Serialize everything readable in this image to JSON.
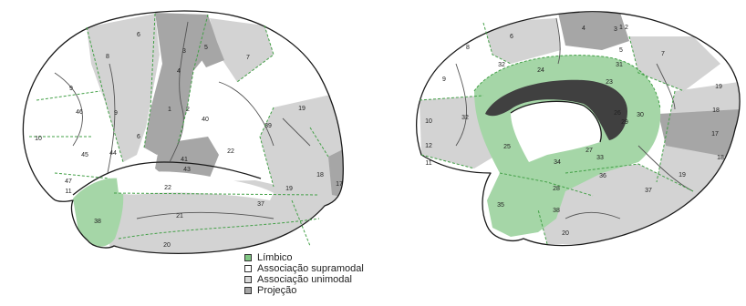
{
  "colors": {
    "limbic": "#81c784",
    "supramodal": "#ffffff",
    "unimodal": "#d9d9d9",
    "projection": "#a6a6a6",
    "boundary": "#43a047"
  },
  "lateral_labels": [
    "6",
    "3",
    "5",
    "7",
    "8",
    "4",
    "9",
    "1",
    "2",
    "40",
    "46",
    "9",
    "39",
    "19",
    "10",
    "6",
    "44",
    "45",
    "22",
    "41",
    "43",
    "18",
    "47",
    "11",
    "17",
    "19",
    "22",
    "21",
    "37",
    "38",
    "20"
  ],
  "medial_labels": [
    "8",
    "6",
    "4",
    "3",
    "1",
    "2",
    "5",
    "32",
    "24",
    "31",
    "7",
    "9",
    "23",
    "19",
    "18",
    "10",
    "32",
    "30",
    "26",
    "29",
    "12",
    "25",
    "27",
    "17",
    "11",
    "34",
    "33",
    "18",
    "36",
    "19",
    "28",
    "35",
    "37",
    "38",
    "20"
  ],
  "legend": [
    {
      "label": "Límbico",
      "swatch": "#81c784"
    },
    {
      "label": "Associação supramodal",
      "swatch": "#ffffff"
    },
    {
      "label": "Associação unimodal",
      "swatch": "#d9d9d9"
    },
    {
      "label": "Projeção",
      "swatch": "#a6a6a6"
    }
  ]
}
